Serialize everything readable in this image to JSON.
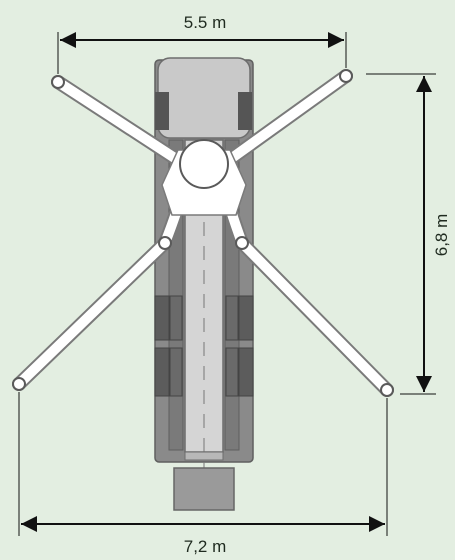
{
  "dimensions": {
    "top_width": "5.5 m",
    "bottom_width": "7,2 m",
    "right_height": "6,8 m"
  },
  "colors": {
    "background": "#e3eee1",
    "body_fill": "#8a8a8a",
    "body_stroke": "#6d6d6d",
    "cab_fill": "#c8c8c8",
    "boom_fill": "#d4d4d4",
    "pad_dark": "#5c5c5c",
    "outrigger": "#ffffff",
    "outrigger_stroke": "#7a7a7a",
    "dimension_line": "#111111"
  }
}
